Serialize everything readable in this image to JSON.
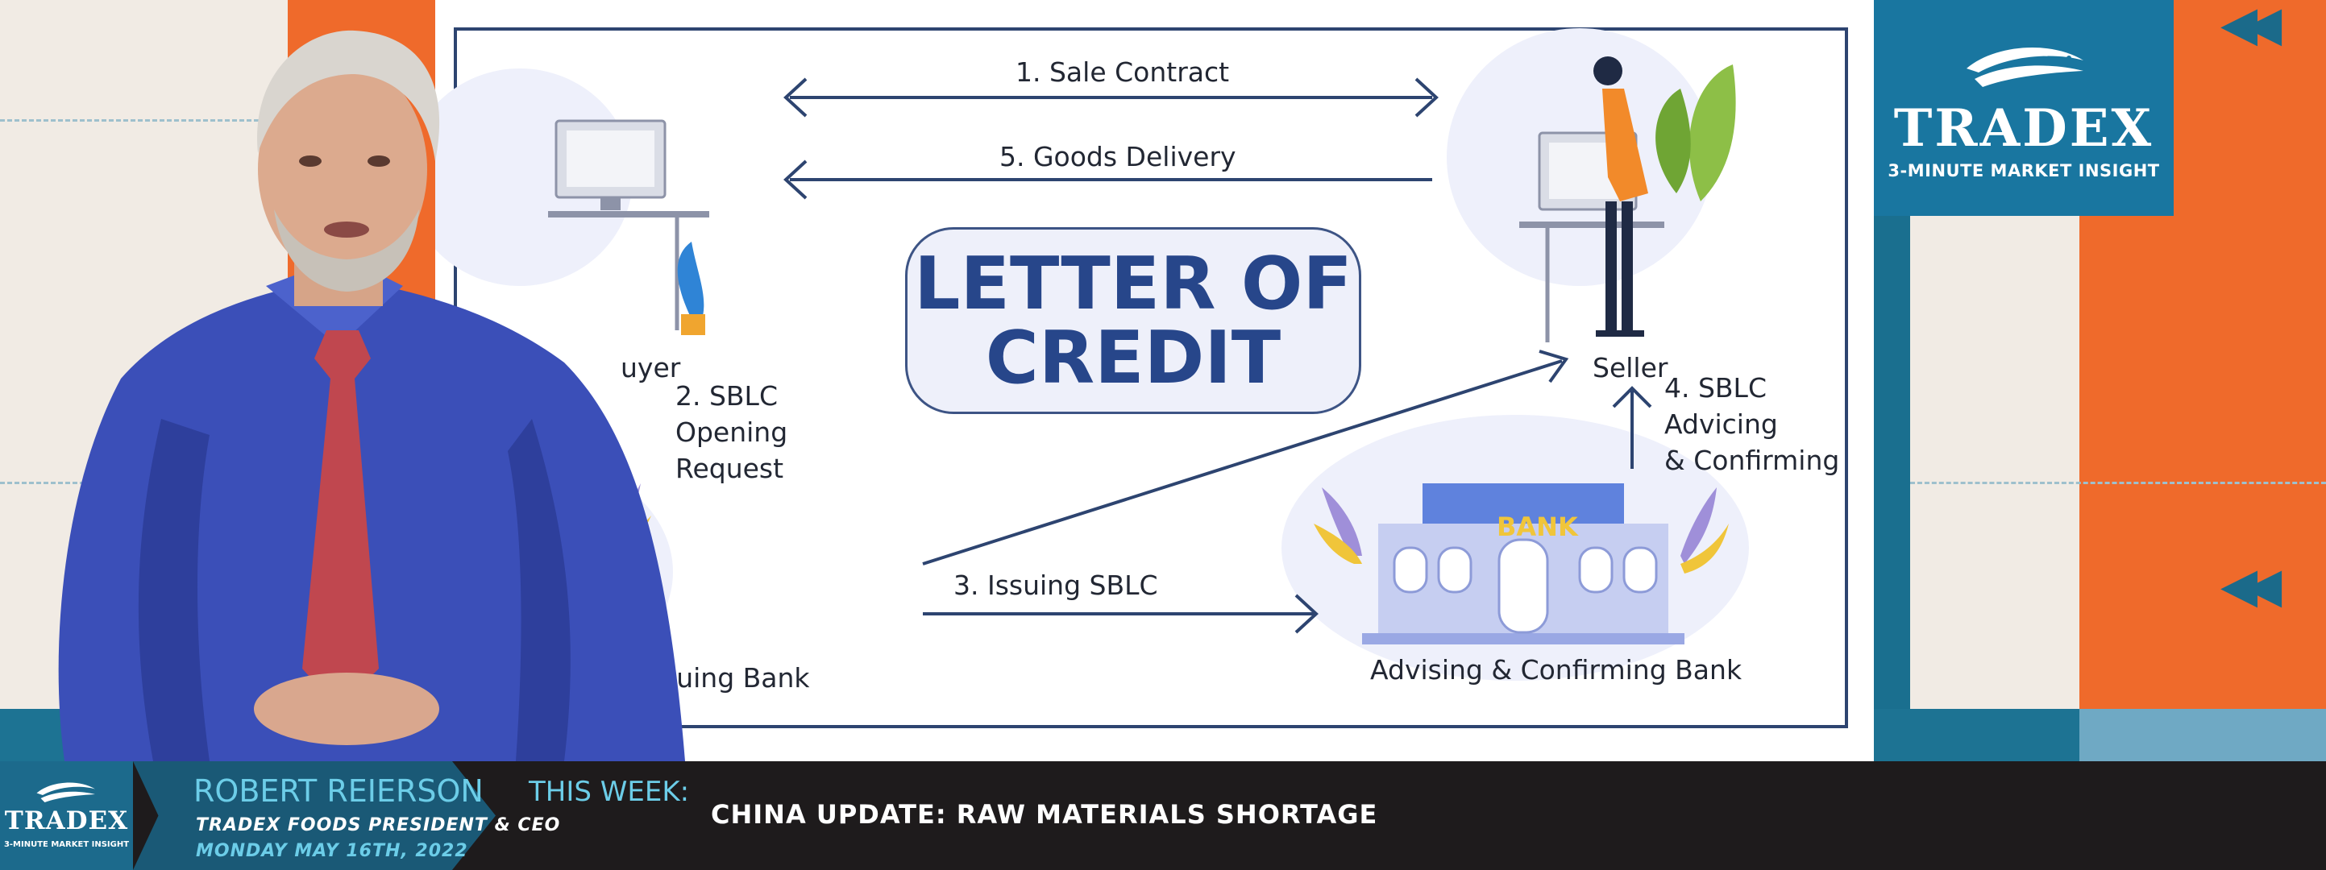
{
  "brand": {
    "name": "TRADEX",
    "tagline": "3-MINUTE MARKET INSIGHT"
  },
  "diagram": {
    "title": "LETTER OF CREDIT",
    "steps": {
      "sale_contract": "1. Sale Contract",
      "goods_delivery": "5. Goods Delivery",
      "opening_request_1": "2. SBLC",
      "opening_request_2": "Opening",
      "opening_request_3": "Request",
      "issuing": "3. Issuing SBLC",
      "advising_1": "4. SBLC",
      "advising_2": "Advicing",
      "advising_3": "& Confirming"
    },
    "parties": {
      "buyer": "uyer",
      "seller": "Seller",
      "issuing_bank": "suing Bank",
      "advising_bank": "Advising & Confirming Bank",
      "bank_sign": "BANK"
    }
  },
  "lower_third": {
    "presenter_name": "ROBERT REIERSON",
    "presenter_role": "TRADEX FOODS PRESIDENT & CEO",
    "date": "MONDAY MAY 16TH, 2022",
    "section_label": "THIS WEEK:",
    "headline": "CHINA UPDATE: RAW MATERIALS SHORTAGE"
  },
  "colors": {
    "orange": "#ef6a2b",
    "teal": "#1976a0",
    "navy": "#2d4470",
    "cyan_text": "#6ccde8"
  },
  "icons": [
    "fish-logo-icon",
    "rewind-icon",
    "bank-icon",
    "computer-icon"
  ]
}
